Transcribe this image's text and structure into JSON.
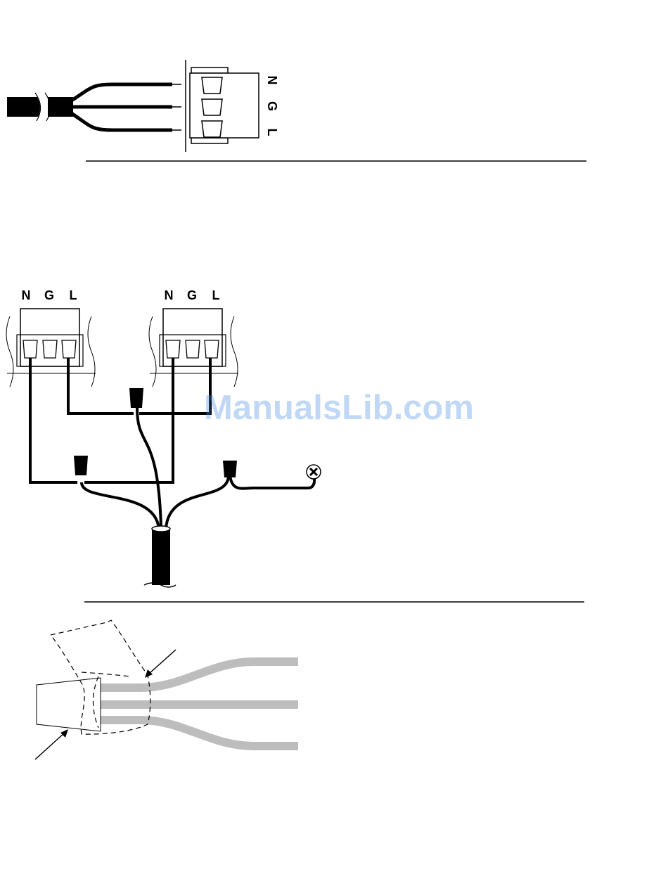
{
  "figure1": {
    "terminal_labels": [
      "N",
      "G",
      "L"
    ]
  },
  "figure2": {
    "left_block_labels": [
      "N",
      "G",
      "L"
    ],
    "right_block_labels": [
      "N",
      "G",
      "L"
    ]
  },
  "watermark": {
    "text": "ManualsLib.com",
    "color": "#4a90e2"
  },
  "colors": {
    "ink": "#000000",
    "wire_gray": "#bdbdbd",
    "paper": "#ffffff"
  }
}
